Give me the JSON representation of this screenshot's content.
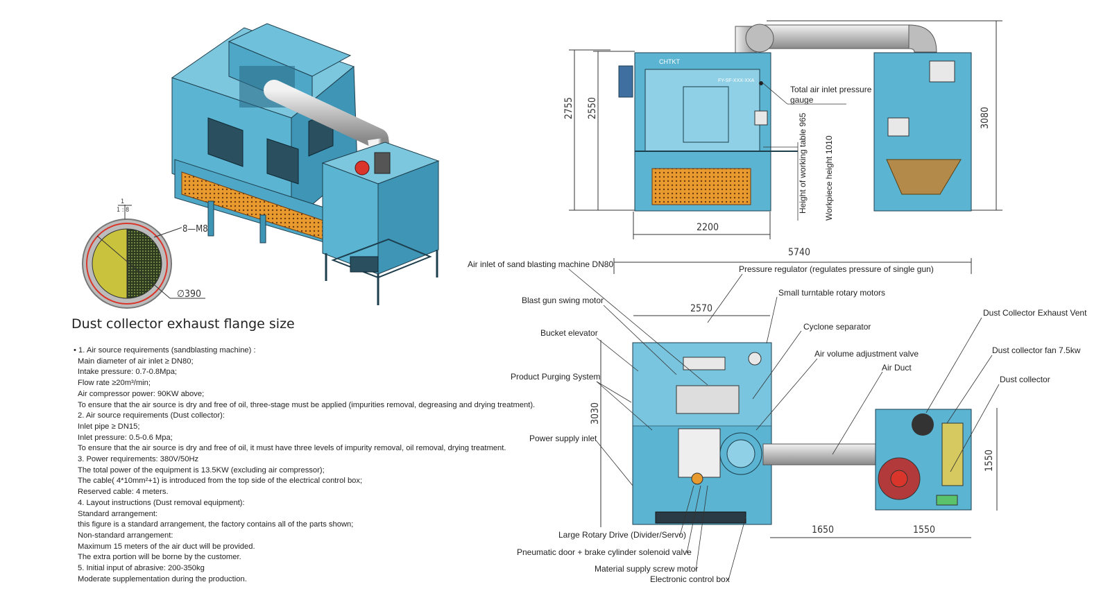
{
  "colors": {
    "machine": "#5ab4d2",
    "machine_dark": "#2f7fa0",
    "hopper": "#e89a2e",
    "duct": "#d7d7d7",
    "flange_yellow": "#c8c23c",
    "flange_red": "#d9352b"
  },
  "flange": {
    "ratio_top": "1",
    "ratio_bottom": "1 : 8",
    "bolts": "8—M8",
    "diameter": "∅390",
    "caption": "Dust collector exhaust flange size"
  },
  "front_view": {
    "brand_plate": "CHTKT",
    "model_plate": "FY-SF-XXX-XXA",
    "dims": {
      "overall_height": "2755",
      "cabinet_height": "2550",
      "width": "2200",
      "collector_height": "3080"
    },
    "labels": {
      "pressure_gauge": "Total air inlet pressure\ngauge",
      "table_height": "Height of working table 965",
      "workpiece_height": "Workpiece height 1010"
    }
  },
  "top_view": {
    "dims": {
      "overall_length": "5740",
      "machine_width": "2570",
      "machine_depth": "3030",
      "duct_length": "1650",
      "collector_width": "1550",
      "collector_depth": "1550"
    },
    "callouts": {
      "air_inlet": "Air inlet of sand blasting machine DN80",
      "pressure_regulator": "Pressure regulator (regulates pressure of single gun)",
      "blast_gun_motor": "Blast gun swing motor",
      "turntable_motors": "Small turntable rotary motors",
      "bucket_elevator": "Bucket elevator",
      "cyclone": "Cyclone separator",
      "air_volume_valve": "Air volume adjustment valve",
      "air_duct": "Air Duct",
      "purging_system": "Product Purging System",
      "power_inlet": "Power supply inlet",
      "exhaust_vent": "Dust Collector Exhaust Vent",
      "collector_fan": "Dust collector fan 7.5kw",
      "dust_collector": "Dust collector",
      "rotary_drive": "Large Rotary Drive (Divider/Servo)",
      "solenoid_valve": "Pneumatic door + brake cylinder solenoid valve",
      "screw_motor": "Material supply screw motor",
      "control_box": "Electronic control box"
    }
  },
  "specs": [
    {
      "text": "1. Air source requirements (sandblasting machine) :",
      "first": true
    },
    {
      "text": "Main diameter of air inlet ≥ DN80;"
    },
    {
      "text": "Intake pressure: 0.7-0.8Mpa;"
    },
    {
      "text": "Flow rate ≥20m³/min;"
    },
    {
      "text": "Air compressor power: 90KW above;"
    },
    {
      "text": "To ensure that the air source is dry and free of oil, three-stage must be applied (impurities removal, degreasing and drying treatment)."
    },
    {
      "text": "2. Air source requirements (Dust collector):"
    },
    {
      "text": "Inlet pipe ≥ DN15;"
    },
    {
      "text": "Inlet pressure: 0.5-0.6 Mpa;"
    },
    {
      "text": "To ensure that the air source is dry and free of oil, it must have three levels of impurity removal, oil removal, drying treatment."
    },
    {
      "text": "3. Power requirements: 380V/50Hz"
    },
    {
      "text": "The total power of the equipment is 13.5KW (excluding air compressor);"
    },
    {
      "text": "The cable( 4*10mm²+1) is introduced from the top side of the electrical control box;"
    },
    {
      "text": "Reserved cable: 4 meters."
    },
    {
      "text": "4. Layout instructions (Dust removal equipment):"
    },
    {
      "text": "Standard arrangement:"
    },
    {
      "text": "this figure is a standard arrangement, the factory contains all of the parts shown;"
    },
    {
      "text": "Non-standard arrangement:"
    },
    {
      "text": "Maximum 15 meters of the air duct will be provided."
    },
    {
      "text": "The extra portion will be borne by the customer."
    },
    {
      "text": "5. Initial input of abrasive: 200-350kg"
    },
    {
      "text": "Moderate supplementation during the production."
    }
  ]
}
